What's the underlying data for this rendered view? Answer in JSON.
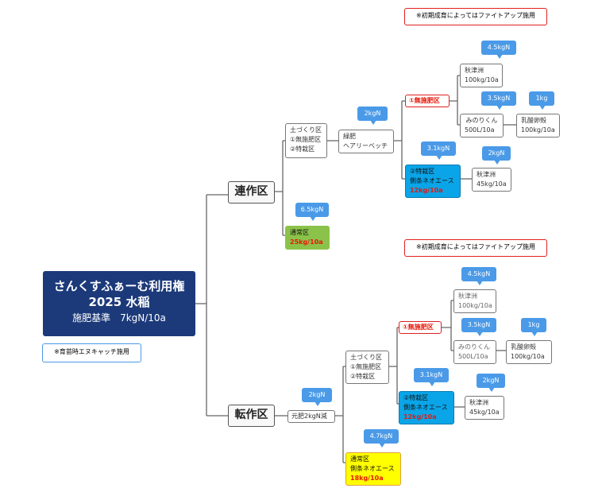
{
  "root": {
    "line1": "さんくすふぁーむ利用権",
    "line2": "2025 水稲",
    "line3": "施肥基準　7kgN/10a"
  },
  "root_note": "※育苗時エヌキャッチ施用",
  "upper": {
    "title": "連作区",
    "note": "※初期成育によってはファイトアップ施用",
    "soil": [
      "土づくり区",
      "①無施肥区",
      "②特栽区"
    ],
    "green_manure": {
      "lines": [
        "緑肥",
        "ヘアリーベッチ"
      ],
      "bubble": "2kgN"
    },
    "mushihi": {
      "label": "①無施肥区"
    },
    "akitsu100": {
      "lines": [
        "秋津洲",
        "100kg/10a"
      ],
      "bubble": "4.5kgN"
    },
    "minori": {
      "lines": [
        "みのりくん",
        "500L/10a"
      ],
      "bubble": "3.5kgN"
    },
    "nyusan": {
      "lines": [
        "乳酸卵殻",
        "100kg/10a"
      ],
      "bubble": "1kg"
    },
    "tokusai": {
      "lines": [
        "②特栽区",
        "側条ネオエース"
      ],
      "amount": "12kg/10a",
      "bubble": "3.1kgN"
    },
    "akitsu45": {
      "lines": [
        "秋津洲",
        "45kg/10a"
      ],
      "bubble": "2kgN"
    },
    "normal": {
      "lines": [
        "通常区"
      ],
      "amount": "25kg/10a",
      "bubble": "6.5kgN"
    }
  },
  "lower": {
    "title": "転作区",
    "note": "※初期成育によってはファイトアップ施用",
    "base": {
      "label": "元肥2kgN減",
      "bubble": "2kgN"
    },
    "soil": [
      "土づくり区",
      "①無施肥区",
      "②特栽区"
    ],
    "mushihi": {
      "label": "①無施肥区"
    },
    "akitsu100": {
      "lines": [
        "秋津洲",
        "100kg/10a"
      ],
      "bubble": "4.5kgN"
    },
    "minori": {
      "lines": [
        "みのりくん",
        "500L/10a"
      ],
      "bubble": "3.5kgN"
    },
    "nyusan": {
      "lines": [
        "乳酸卵殻",
        "100kg/10a"
      ],
      "bubble": "1kg"
    },
    "tokusai": {
      "lines": [
        "②特栽区",
        "側条ネオエース"
      ],
      "amount": "12kg/10a",
      "bubble": "3.1kgN"
    },
    "akitsu45": {
      "lines": [
        "秋津洲",
        "45kg/10a"
      ],
      "bubble": "2kgN"
    },
    "normal": {
      "lines": [
        "通常区",
        "側条ネオエース"
      ],
      "amount": "18kg/10a",
      "bubble": "4.7kgN"
    }
  }
}
